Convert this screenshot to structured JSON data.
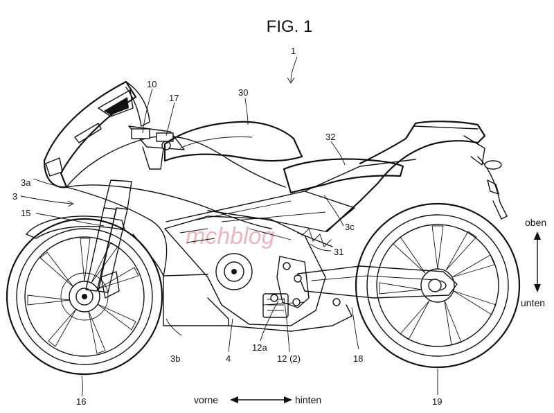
{
  "figure": {
    "title": "FIG. 1",
    "watermark": "mchblog"
  },
  "labels": {
    "l1": "1",
    "l10": "10",
    "l17": "17",
    "l30": "30",
    "l32": "32",
    "l3a": "3a",
    "l3": "3",
    "l15": "15",
    "l3c": "3c",
    "l31": "31",
    "l3b": "3b",
    "l4": "4",
    "l12a": "12a",
    "l12": "12 (2)",
    "l18": "18",
    "l16": "16",
    "l19": "19"
  },
  "directions": {
    "up": "oben",
    "down": "unten",
    "front": "vorne",
    "rear": "hinten"
  }
}
